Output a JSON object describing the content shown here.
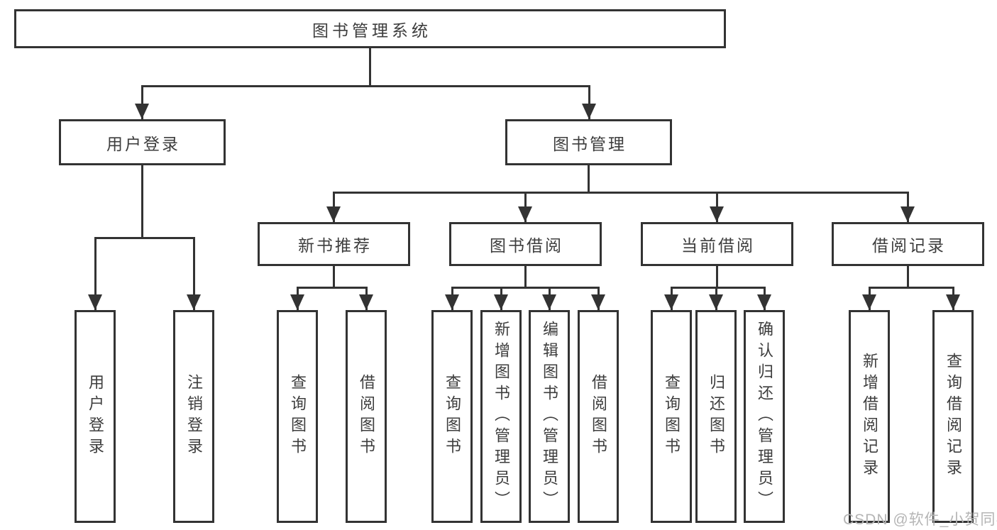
{
  "diagram": {
    "root": {
      "label": "图书管理系统",
      "children": [
        {
          "label": "用户登录",
          "children": [
            {
              "label": "用户登录"
            },
            {
              "label": "注销登录"
            }
          ]
        },
        {
          "label": "图书管理",
          "children": [
            {
              "label": "新书推荐",
              "children": [
                {
                  "label": "查询图书"
                },
                {
                  "label": "借阅图书"
                }
              ]
            },
            {
              "label": "图书借阅",
              "children": [
                {
                  "label": "查询图书"
                },
                {
                  "label": "新增图书（管理员）"
                },
                {
                  "label": "编辑图书（管理员）"
                },
                {
                  "label": "借阅图书"
                }
              ]
            },
            {
              "label": "当前借阅",
              "children": [
                {
                  "label": "查询图书"
                },
                {
                  "label": "归还图书"
                },
                {
                  "label": "确认归还（管理员）"
                }
              ]
            },
            {
              "label": "借阅记录",
              "children": [
                {
                  "label": "新增借阅记录"
                },
                {
                  "label": "查询借阅记录"
                }
              ]
            }
          ]
        }
      ]
    }
  },
  "watermark": {
    "text": "CSDN @软件_小贺同学"
  },
  "colors": {
    "line": "#333333",
    "text": "#3d3d3d",
    "background": "#ffffff",
    "watermark": "#b5b5b5"
  }
}
